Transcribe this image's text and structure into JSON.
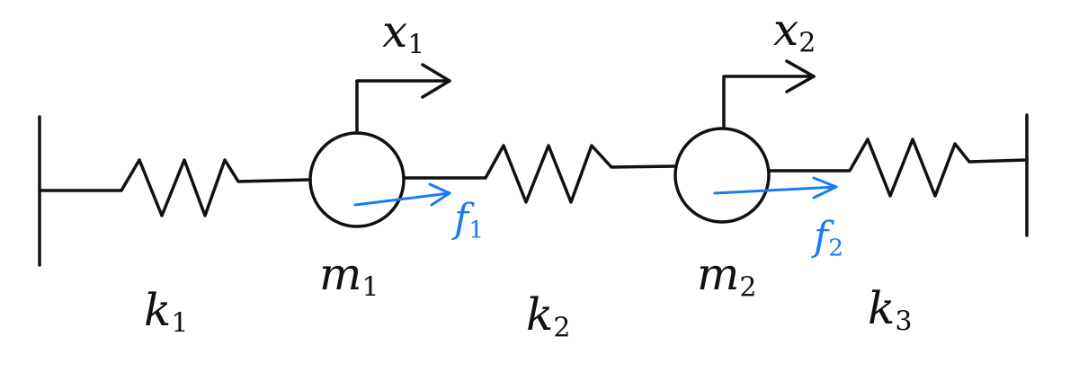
{
  "colors": {
    "ink": "#111111",
    "force": "#1a7cf0"
  },
  "labels": {
    "x1": {
      "base": "x",
      "sub": "1"
    },
    "x2": {
      "base": "x",
      "sub": "2"
    },
    "m1": {
      "base": "m",
      "sub": "1"
    },
    "m2": {
      "base": "m",
      "sub": "2"
    },
    "k1": {
      "base": "k",
      "sub": "1"
    },
    "k2": {
      "base": "k",
      "sub": "2"
    },
    "k3": {
      "base": "k",
      "sub": "3"
    },
    "f1": {
      "base": "f",
      "sub": "1"
    },
    "f2": {
      "base": "f",
      "sub": "2"
    }
  }
}
